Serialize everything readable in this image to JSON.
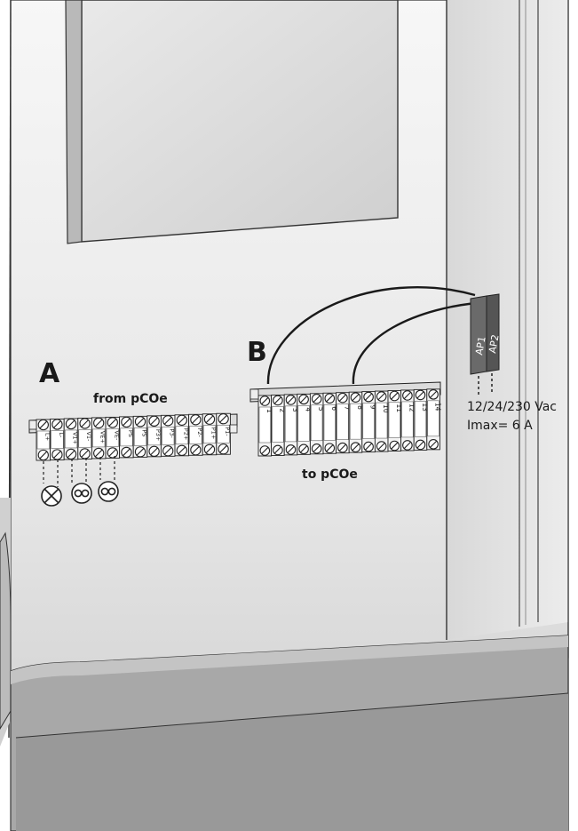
{
  "labels": {
    "block_a": "A",
    "block_b": "B",
    "from": "from pCOe",
    "to": "to pCOe",
    "spec_line1": "12/24/230 Vac",
    "spec_line2": "Imax= 6 A",
    "ap1": "AP1",
    "ap2": "AP2"
  },
  "terminal_a": [
    "L+",
    "L-",
    "V1+",
    "V1-",
    "VE+",
    "VE-",
    "PS",
    "PS",
    "P3+",
    "P3-",
    "P2+",
    "P2-",
    "P1+",
    "P1-"
  ],
  "terminal_b": [
    "1",
    "2",
    "3",
    "4",
    "5",
    "6",
    "7",
    "8",
    "9",
    "10",
    "11",
    "12",
    "13",
    "14"
  ],
  "indicators": [
    "lamp-icon",
    "fan-icon",
    "fan-icon"
  ],
  "colors": {
    "panel": "#ededed",
    "shadow": "#bdbdbd",
    "base": "#a9a9a9",
    "relay": "#6a6a6a"
  }
}
